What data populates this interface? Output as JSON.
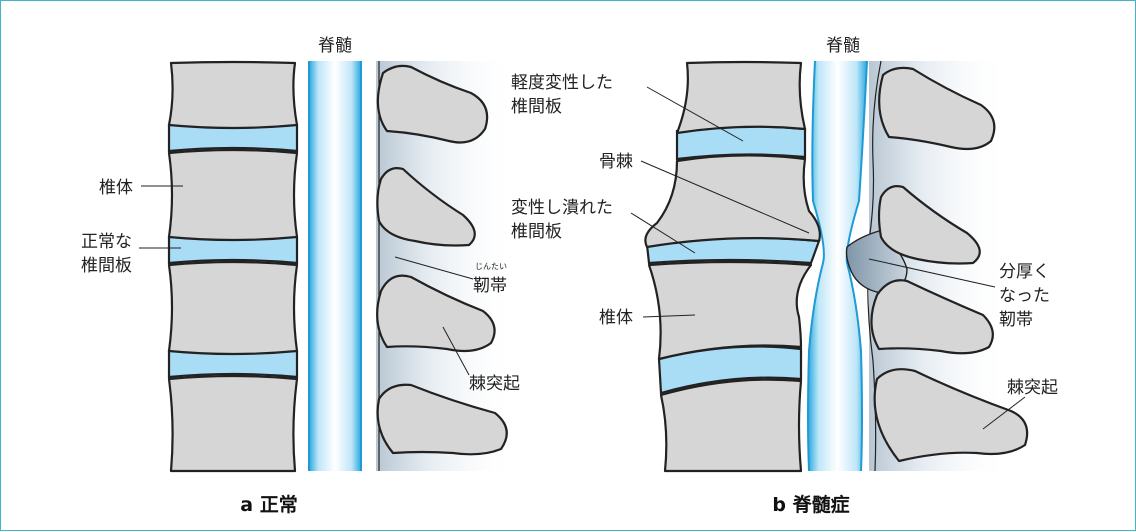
{
  "panel_a": {
    "cord_label": "脊髄",
    "vertebra_label": "椎体",
    "disc_label_line1": "正常な",
    "disc_label_line2": "椎間板",
    "ligament_ruby": "じんたい",
    "ligament_label": "靭帯",
    "spinous_label": "棘突起",
    "caption": "a 正常"
  },
  "panel_b": {
    "cord_label": "脊髄",
    "mild_disc_line1": "軽度変性した",
    "mild_disc_line2": "椎間板",
    "osteophyte_label": "骨棘",
    "crushed_disc_line1": "変性し潰れた",
    "crushed_disc_line2": "椎間板",
    "vertebra_label": "椎体",
    "thick_lig_line1": "分厚く",
    "thick_lig_line2": "なった",
    "thick_lig_line3": "靭帯",
    "spinous_label": "棘突起",
    "caption": "b 脊髄症"
  },
  "colors": {
    "border": "#3fb6c8",
    "disc": "#a9dcf5",
    "bone": "#d6d6d6",
    "cord_edge": "#2aa8e0",
    "ligament": "#8fa3b5"
  }
}
